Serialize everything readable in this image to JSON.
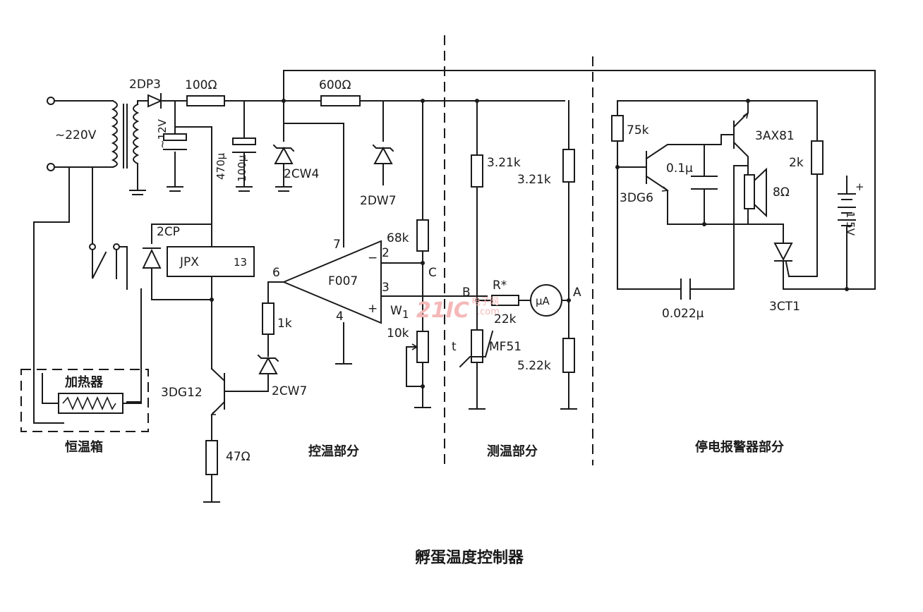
{
  "title": "孵蛋温度控制器",
  "sections": {
    "incubator": "恒温箱",
    "control": "控温部分",
    "measure": "测温部分",
    "alarm": "停电报警器部分"
  },
  "heater": "加热器",
  "mains": "~220V",
  "secondary": "~12V",
  "rectifier": "2DP3",
  "r_100": "100Ω",
  "r_600": "600Ω",
  "c_470": "470μ",
  "c_100": "100μ",
  "z_2cw4": "2CW4",
  "z_2dw7": "2DW7",
  "z_2cw7": "2CW7",
  "d_2cp": "2CP",
  "relay": "JPX",
  "relay_num": "13",
  "opamp": "F007",
  "pin_7": "7",
  "pin_6": "6",
  "pin_2": "2",
  "pin_3": "3",
  "pin_4": "4",
  "minus": "−",
  "plus": "+",
  "r_68k": "68k",
  "node_c": "C",
  "r_1k": "1k",
  "pot_w1": "W",
  "pot_w1_sub": "1",
  "pot_10k": "10k",
  "q_3dg12": "3DG12",
  "r_47": "47Ω",
  "r_321k_a": "3.21k",
  "r_321k_b": "3.21k",
  "node_b": "B",
  "r_star": "R*",
  "r_22k": "22k",
  "meter": "μA",
  "node_a": "A",
  "thermistor_t": "t",
  "thermistor": "MF51",
  "r_522k": "5.22k",
  "r_75k": "75k",
  "q_3dg6": "3DG6",
  "c_01": "0.1μ",
  "q_3ax81": "3AX81",
  "r_2k": "2k",
  "speaker": "8Ω",
  "battery": "1.5V",
  "c_0022": "0.022μ",
  "scr": "3CT1",
  "watermark": "21IC",
  "watermark_sub": "电子网",
  "watermark_dom": ".com"
}
